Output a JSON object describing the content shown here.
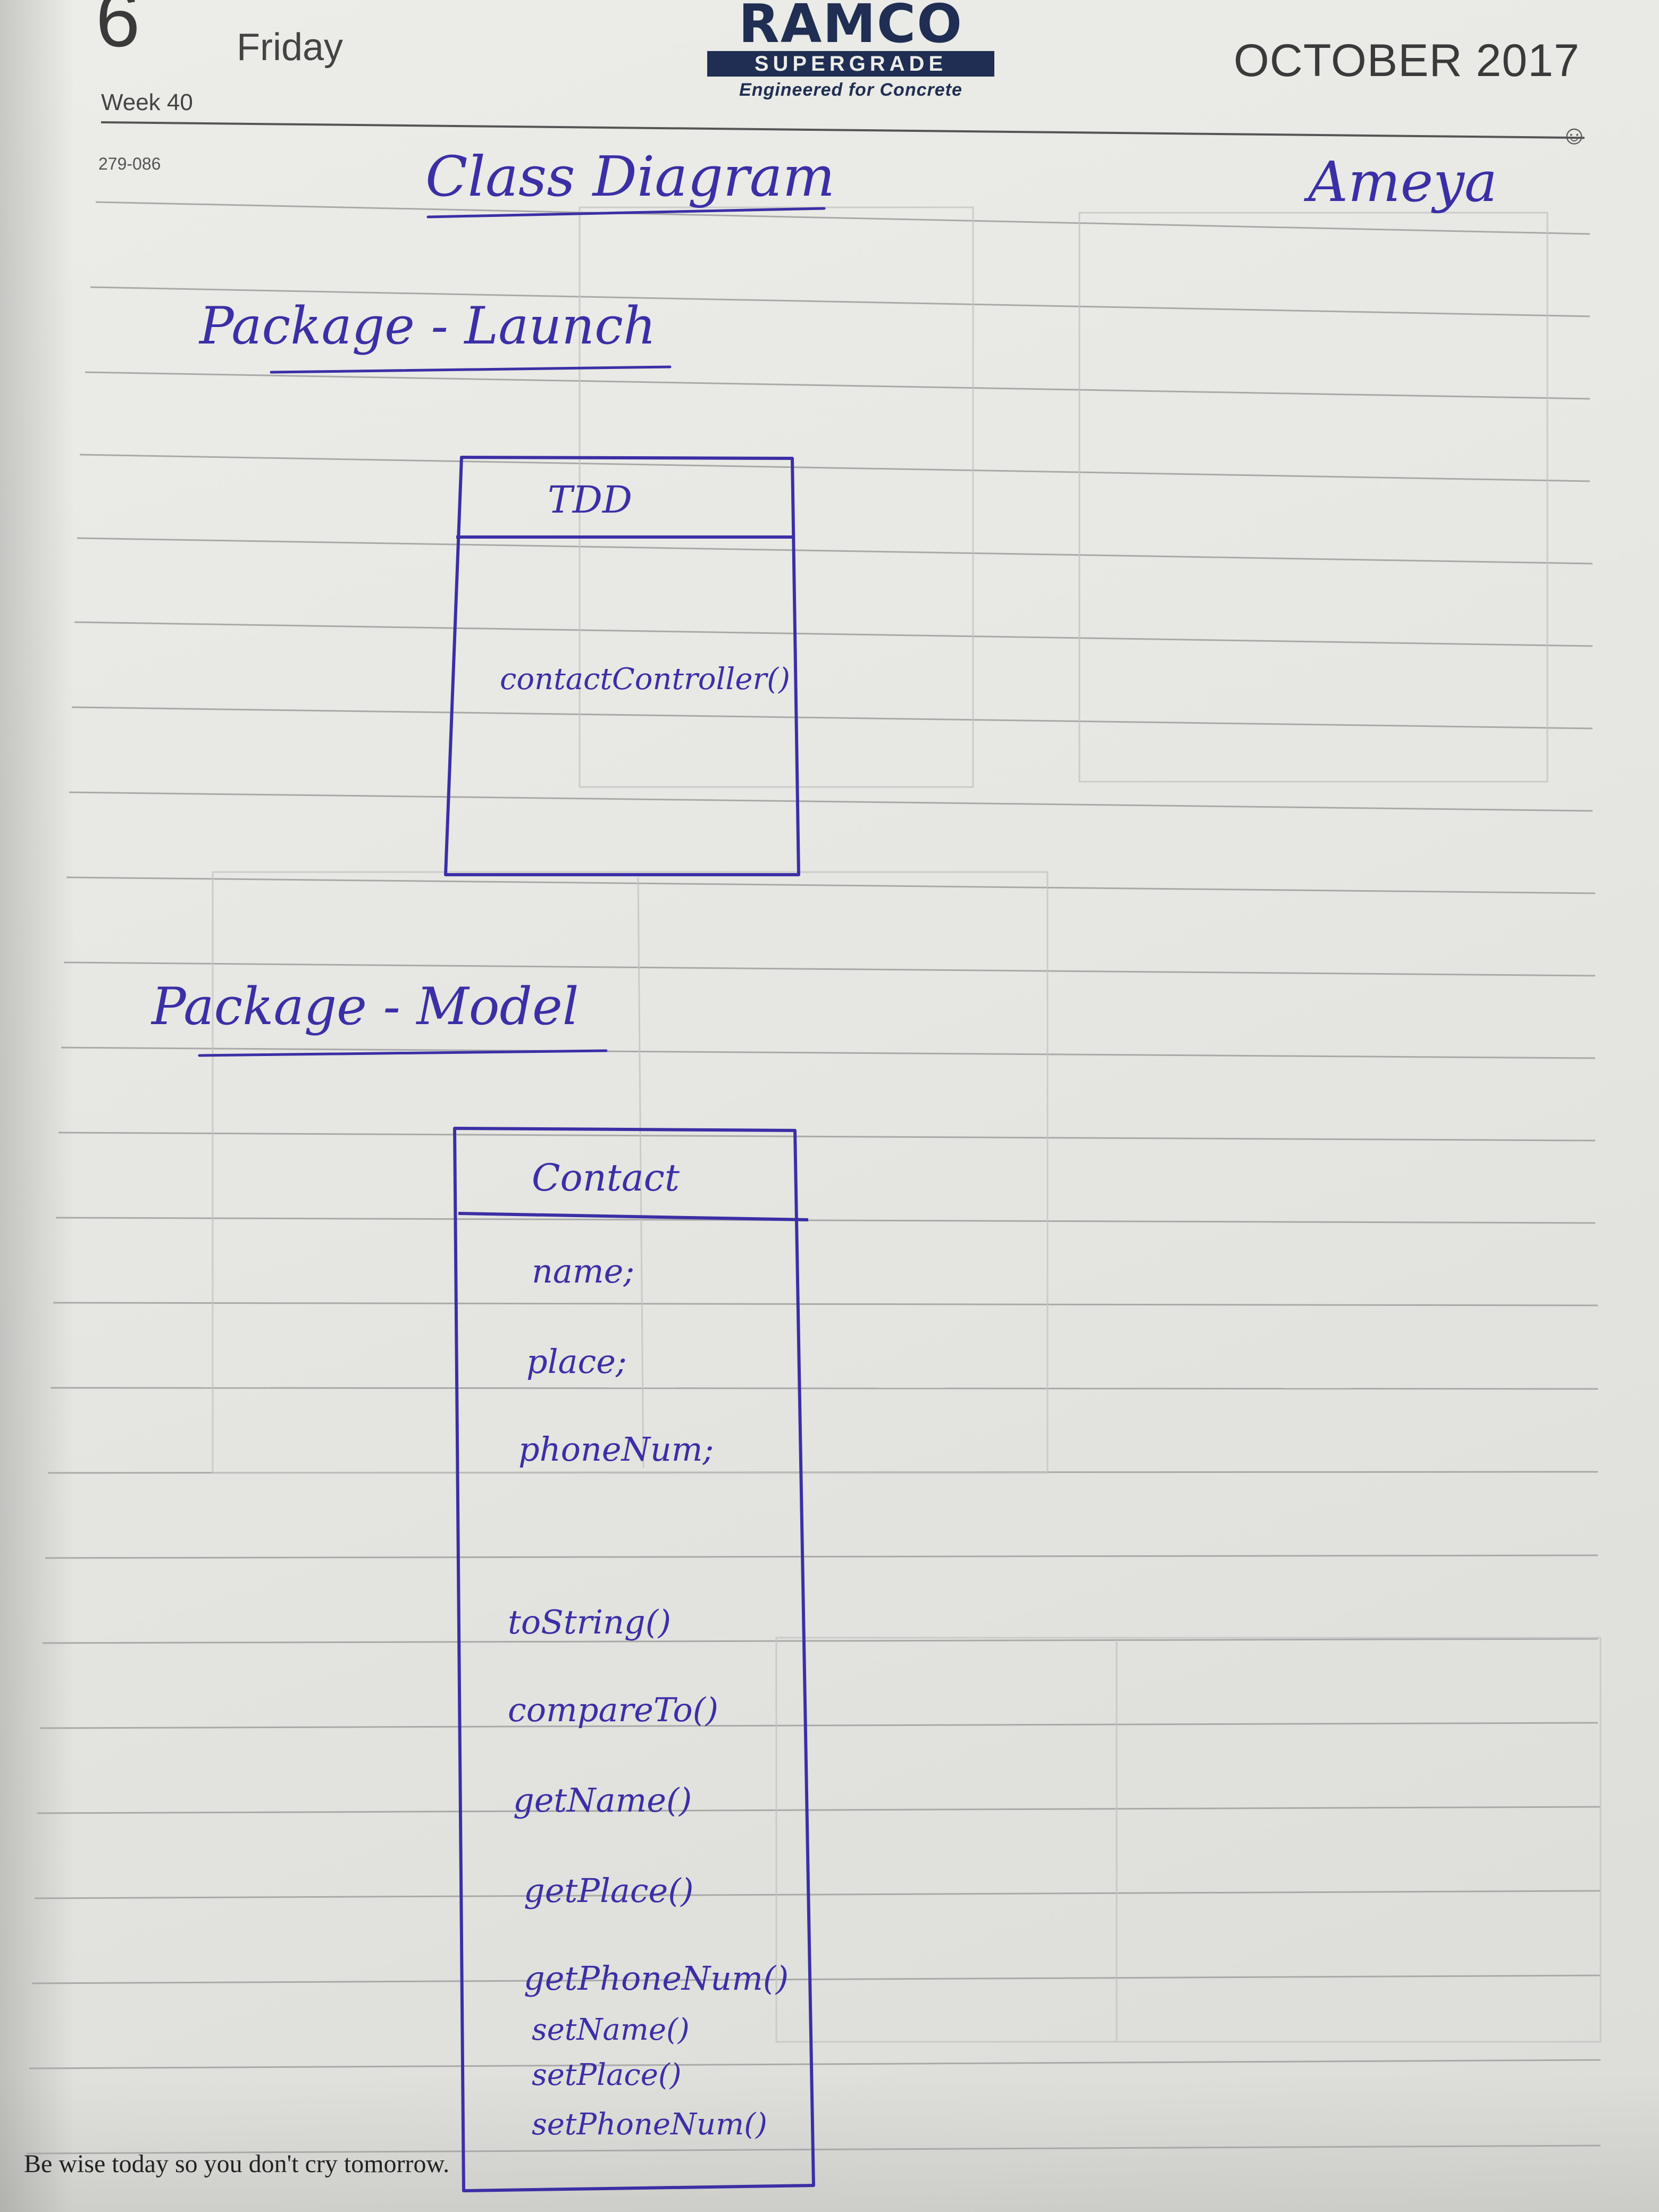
{
  "diary_header": {
    "date_number": "6",
    "weekday": "Friday",
    "week": "Week 40",
    "page_code": "279-086",
    "month_year": "OCTOBER 2017",
    "smiley": "☺",
    "brand": {
      "name": "RAMCO",
      "grade": "SUPERGRADE",
      "tagline": "Engineered for Concrete"
    }
  },
  "handwritten": {
    "title": "Class Diagram",
    "author": "Ameya"
  },
  "packages": [
    {
      "label": "Package - Launch",
      "classes": [
        {
          "name": "TDD",
          "attributes": [],
          "methods": [
            "contactController()"
          ]
        }
      ]
    },
    {
      "label": "Package - Model",
      "classes": [
        {
          "name": "Contact",
          "attributes": [
            "name;",
            "place;",
            "phoneNum;"
          ],
          "methods": [
            "toString()",
            "compareTo()",
            "getName()",
            "getPlace()",
            "getPhoneNum()",
            "setName()",
            "setPlace()",
            "setPhoneNum()"
          ]
        }
      ]
    }
  ],
  "footer": {
    "quote": "Be wise today so you don't cry tomorrow."
  },
  "colors": {
    "ink": "#3b2fa6",
    "paper": "#e8e8e4",
    "ruled_line": "#a9a9a9",
    "brand_navy": "#1f2e52"
  }
}
